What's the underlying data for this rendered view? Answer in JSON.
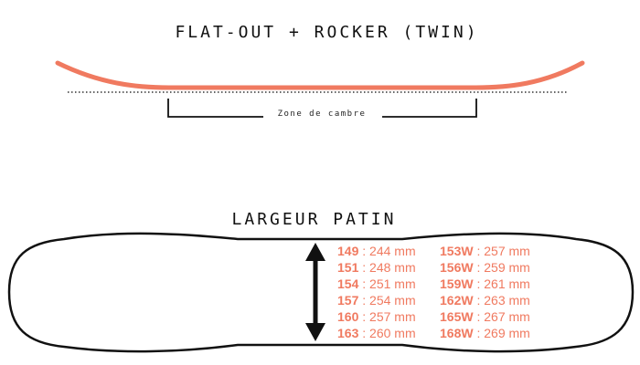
{
  "profile_title": "FLAT-OUT + ROCKER (TWIN)",
  "camber_zone_label": "Zone de cambre",
  "width_title": "LARGEUR PATIN",
  "colors": {
    "profile_line": "#f07a60",
    "size_text": "#f07a60",
    "outline": "#111111"
  },
  "sizes_left": [
    {
      "size": "149",
      "sep": " : ",
      "width": "244 mm"
    },
    {
      "size": "151",
      "sep": " : ",
      "width": "248 mm"
    },
    {
      "size": "154",
      "sep": " : ",
      "width": "251 mm"
    },
    {
      "size": "157",
      "sep": " : ",
      "width": "254 mm"
    },
    {
      "size": "160",
      "sep": " : ",
      "width": "257 mm"
    },
    {
      "size": "163",
      "sep": " : ",
      "width": "260 mm"
    }
  ],
  "sizes_right": [
    {
      "size": "153W",
      "sep": " : ",
      "width": "257 mm"
    },
    {
      "size": "156W",
      "sep": " : ",
      "width": "259 mm"
    },
    {
      "size": "159W",
      "sep": " : ",
      "width": "261 mm"
    },
    {
      "size": "162W",
      "sep": " : ",
      "width": "263 mm"
    },
    {
      "size": "165W",
      "sep": " : ",
      "width": "267 mm"
    },
    {
      "size": "168W",
      "sep": " : ",
      "width": "269 mm"
    }
  ]
}
